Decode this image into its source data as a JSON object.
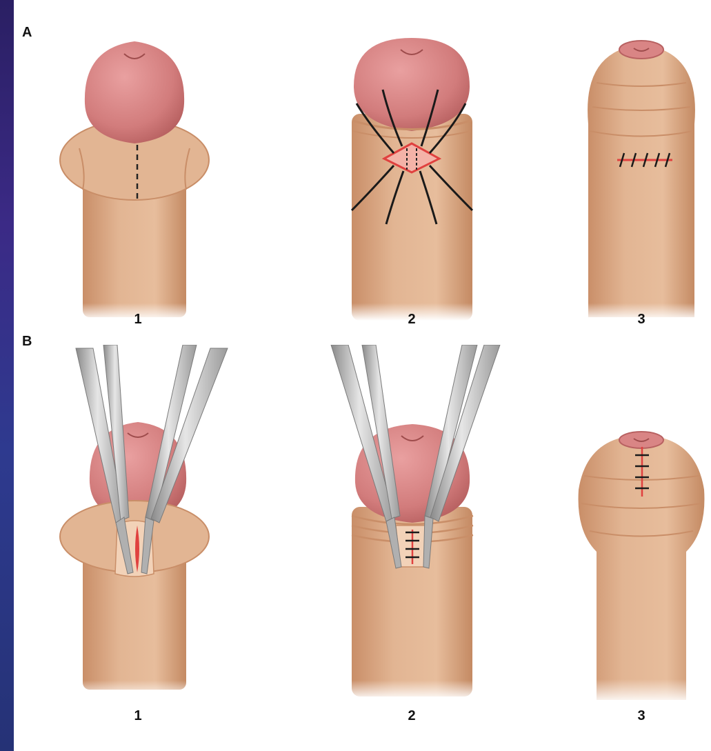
{
  "rows": [
    {
      "label": "A",
      "steps": [
        {
          "number": "1"
        },
        {
          "number": "2"
        },
        {
          "number": "3"
        }
      ]
    },
    {
      "label": "B",
      "steps": [
        {
          "number": "1"
        },
        {
          "number": "2"
        },
        {
          "number": "3"
        }
      ]
    }
  ],
  "colors": {
    "skin": "#e2b593",
    "skin_shadow": "#c98e68",
    "glans": "#d98585",
    "glans_shadow": "#b86161",
    "incision": "#e0413f",
    "suture": "#1a1a1a",
    "instrument": "#c9c9c9",
    "instrument_shadow": "#8a8a8a"
  }
}
